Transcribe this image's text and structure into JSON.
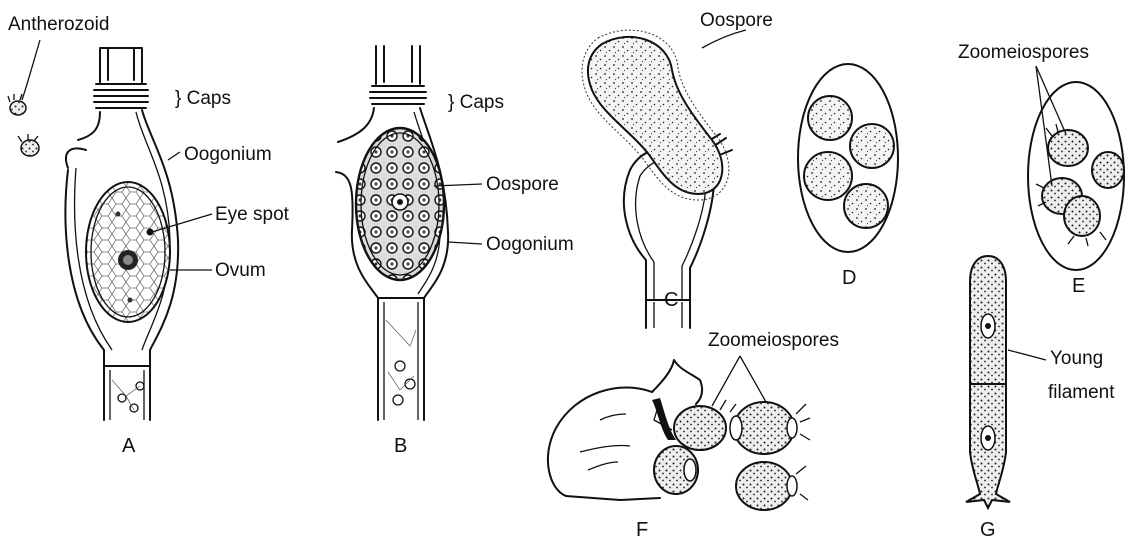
{
  "figure": {
    "panel_a": {
      "letter": "A",
      "labels": {
        "antherozoid": "Antherozoid",
        "caps": "} Caps",
        "oogonium": "Oogonium",
        "eye_spot": "Eye spot",
        "ovum": "Ovum"
      }
    },
    "panel_b": {
      "letter": "B",
      "labels": {
        "caps": "} Caps",
        "oospore": "Oospore",
        "oogonium": "Oogonium"
      }
    },
    "panel_c": {
      "letter": "C",
      "labels": {
        "oospore": "Oospore"
      }
    },
    "panel_d": {
      "letter": "D"
    },
    "panel_e": {
      "letter": "E",
      "labels": {
        "zoomeiospores": "Zoomeiospores"
      }
    },
    "panel_f": {
      "letter": "F",
      "labels": {
        "zoomeiospores": "Zoomeiospores"
      }
    },
    "panel_g": {
      "letter": "G",
      "labels": {
        "young_line1": "Young",
        "young_line2": "filament"
      }
    }
  }
}
